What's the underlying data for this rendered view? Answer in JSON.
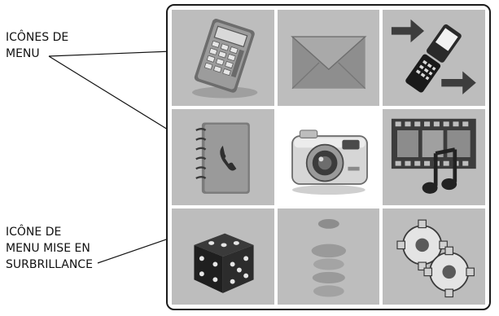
{
  "annotations": {
    "menu_icons": [
      "ICÔNES DE",
      "MENU"
    ],
    "highlighted_icon": [
      "ICÔNE DE",
      "MENU MISE EN",
      "SURBRILLANCE"
    ]
  },
  "menu_tiles": [
    {
      "icon": "calculator-icon",
      "highlighted": false
    },
    {
      "icon": "envelope-icon",
      "highlighted": false
    },
    {
      "icon": "phone-transfer-icon",
      "highlighted": false
    },
    {
      "icon": "address-book-icon",
      "highlighted": false
    },
    {
      "icon": "camera-icon",
      "highlighted": true
    },
    {
      "icon": "film-music-icon",
      "highlighted": false
    },
    {
      "icon": "dice-icon",
      "highlighted": false
    },
    {
      "icon": "coins-icon",
      "highlighted": false
    },
    {
      "icon": "gears-icon",
      "highlighted": false
    }
  ]
}
